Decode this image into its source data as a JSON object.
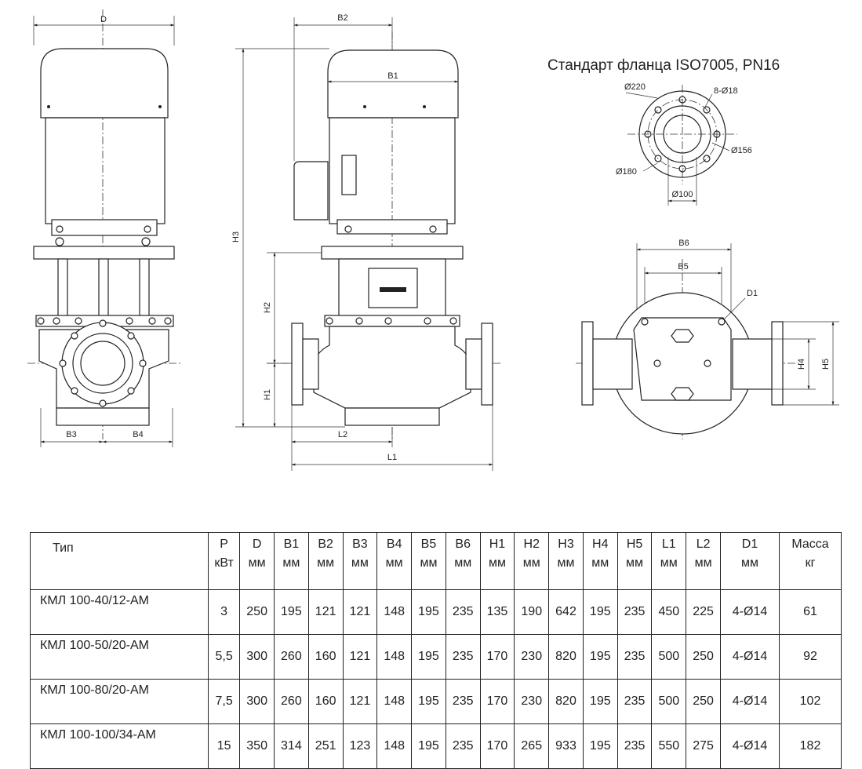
{
  "drawing": {
    "flange_title": "Стандарт фланца ISO7005, PN16",
    "front_dims": [
      "D",
      "B3",
      "B4"
    ],
    "side_dims": [
      "B2",
      "B1",
      "H3",
      "H2",
      "H1",
      "L2",
      "L1"
    ],
    "flange_dims": [
      "Ø220",
      "8-Ø18",
      "Ø156",
      "Ø180",
      "Ø100"
    ],
    "top_dims": [
      "B6",
      "B5",
      "D1",
      "H4",
      "H5"
    ]
  },
  "table": {
    "headers": [
      [
        "Тип",
        ""
      ],
      [
        "P",
        "кВт"
      ],
      [
        "D",
        "мм"
      ],
      [
        "B1",
        "мм"
      ],
      [
        "B2",
        "мм"
      ],
      [
        "B3",
        "мм"
      ],
      [
        "B4",
        "мм"
      ],
      [
        "B5",
        "мм"
      ],
      [
        "B6",
        "мм"
      ],
      [
        "H1",
        "мм"
      ],
      [
        "H2",
        "мм"
      ],
      [
        "H3",
        "мм"
      ],
      [
        "H4",
        "мм"
      ],
      [
        "H5",
        "мм"
      ],
      [
        "L1",
        "мм"
      ],
      [
        "L2",
        "мм"
      ],
      [
        "D1",
        "мм"
      ],
      [
        "Масса",
        "кг"
      ]
    ],
    "rows": [
      [
        "КМЛ 100-40/12-АМ",
        "3",
        "250",
        "195",
        "121",
        "121",
        "148",
        "195",
        "235",
        "135",
        "190",
        "642",
        "195",
        "235",
        "450",
        "225",
        "4-Ø14",
        "61"
      ],
      [
        "КМЛ 100-50/20-АМ",
        "5,5",
        "300",
        "260",
        "160",
        "121",
        "148",
        "195",
        "235",
        "170",
        "230",
        "820",
        "195",
        "235",
        "500",
        "250",
        "4-Ø14",
        "92"
      ],
      [
        "КМЛ 100-80/20-АМ",
        "7,5",
        "300",
        "260",
        "160",
        "121",
        "148",
        "195",
        "235",
        "170",
        "230",
        "820",
        "195",
        "235",
        "500",
        "250",
        "4-Ø14",
        "102"
      ],
      [
        "КМЛ 100-100/34-АМ",
        "15",
        "350",
        "314",
        "251",
        "123",
        "148",
        "195",
        "235",
        "170",
        "265",
        "933",
        "195",
        "235",
        "550",
        "275",
        "4-Ø14",
        "182"
      ]
    ]
  }
}
